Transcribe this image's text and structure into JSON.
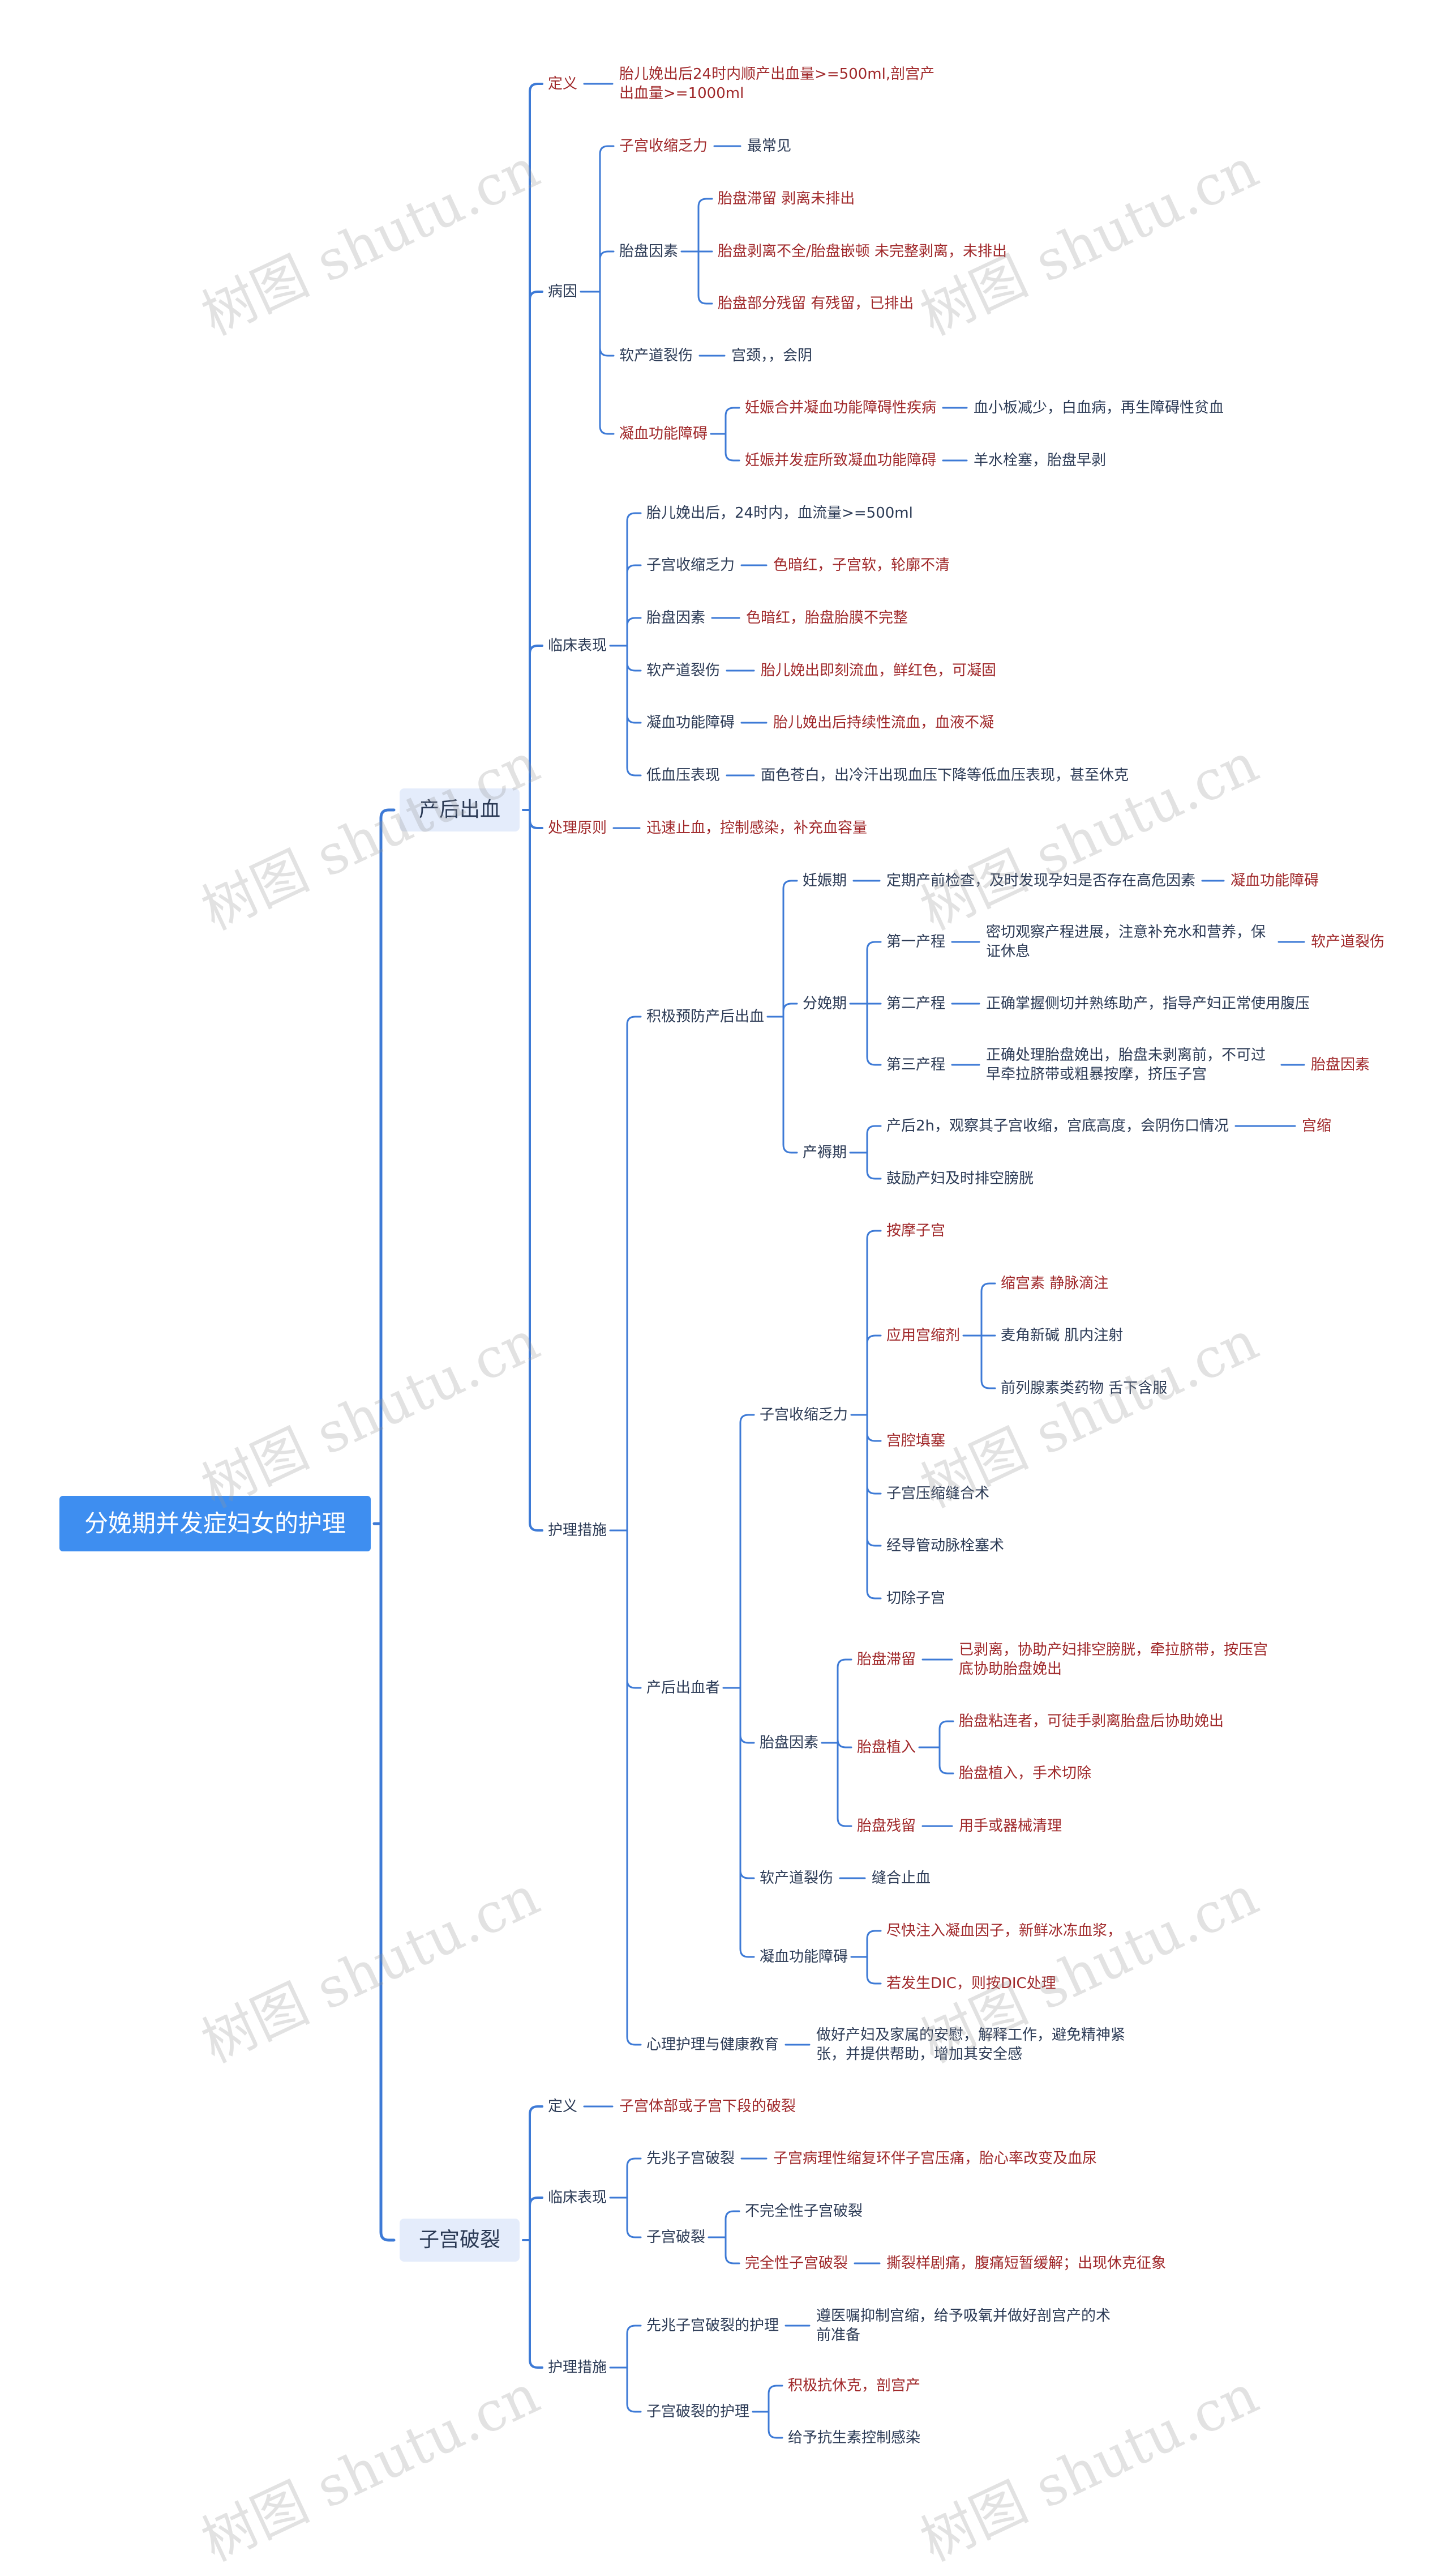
{
  "watermark": "树图 shutu.cn",
  "colors": {
    "line": "#3d7ad6",
    "root_bg": "#3e8ef0",
    "branch_bg": "#e4ecfb",
    "dark_text": "#2b3a55",
    "red_text": "#a0282a"
  },
  "tree": {
    "t": "分娩期并发症妇女的护理",
    "children": [
      {
        "t": "产后出血",
        "children": [
          {
            "t": "定义",
            "c": "red",
            "children": [
              {
                "t": "胎儿娩出后24时内顺产出血量>=500ml,剖宫产出血量>=1000ml",
                "c": "red"
              }
            ]
          },
          {
            "t": "病因",
            "children": [
              {
                "t": "子宫收缩乏力",
                "c": "red",
                "children": [
                  {
                    "t": "最常见"
                  }
                ]
              },
              {
                "t": "胎盘因素",
                "children": [
                  {
                    "t": "胎盘滞留 剥离未排出",
                    "c": "red"
                  },
                  {
                    "t": "胎盘剥离不全/胎盘嵌顿 未完整剥离，未排出",
                    "c": "red"
                  },
                  {
                    "t": "胎盘部分残留 有残留，已排出",
                    "c": "red"
                  }
                ]
              },
              {
                "t": "软产道裂伤",
                "children": [
                  {
                    "t": "宫颈，，会阴"
                  }
                ]
              },
              {
                "t": "凝血功能障碍",
                "c": "red",
                "children": [
                  {
                    "t": "妊娠合并凝血功能障碍性疾病",
                    "c": "red",
                    "children": [
                      {
                        "t": "血小板减少，白血病，再生障碍性贫血"
                      }
                    ]
                  },
                  {
                    "t": "妊娠并发症所致凝血功能障碍",
                    "c": "red",
                    "children": [
                      {
                        "t": "羊水栓塞，胎盘早剥"
                      }
                    ]
                  }
                ]
              }
            ]
          },
          {
            "t": "临床表现",
            "children": [
              {
                "t": "胎儿娩出后，24时内，血流量>=500ml"
              },
              {
                "t": "子宫收缩乏力",
                "children": [
                  {
                    "t": "色暗红，子宫软，轮廓不清",
                    "c": "red"
                  }
                ]
              },
              {
                "t": "胎盘因素",
                "children": [
                  {
                    "t": "色暗红，胎盘胎膜不完整",
                    "c": "red"
                  }
                ]
              },
              {
                "t": "软产道裂伤",
                "children": [
                  {
                    "t": "胎儿娩出即刻流血，鲜红色，可凝固",
                    "c": "red"
                  }
                ]
              },
              {
                "t": "凝血功能障碍",
                "children": [
                  {
                    "t": "胎儿娩出后持续性流血，血液不凝",
                    "c": "red"
                  }
                ]
              },
              {
                "t": "低血压表现",
                "children": [
                  {
                    "t": "面色苍白，出冷汗出现血压下降等低血压表现，甚至休克"
                  }
                ]
              }
            ]
          },
          {
            "t": "处理原则",
            "c": "red",
            "children": [
              {
                "t": "迅速止血，控制感染，补充血容量",
                "c": "red"
              }
            ]
          },
          {
            "t": "护理措施",
            "children": [
              {
                "t": "积极预防产后出血",
                "children": [
                  {
                    "t": "妊娠期",
                    "children": [
                      {
                        "t": "定期产前检查，及时发现孕妇是否存在高危因素",
                        "children": [
                          {
                            "t": "凝血功能障碍",
                            "c": "red"
                          }
                        ]
                      }
                    ]
                  },
                  {
                    "t": "分娩期",
                    "children": [
                      {
                        "t": "第一产程",
                        "children": [
                          {
                            "t": "密切观察产程进展，注意补充水和营养，保证休息",
                            "children": [
                              {
                                "t": "软产道裂伤",
                                "c": "red"
                              }
                            ]
                          }
                        ]
                      },
                      {
                        "t": "第二产程",
                        "children": [
                          {
                            "t": "正确掌握侧切并熟练助产，指导产妇正常使用腹压"
                          }
                        ]
                      },
                      {
                        "t": "第三产程",
                        "children": [
                          {
                            "t": "正确处理胎盘娩出，胎盘未剥离前，不可过早牵拉脐带或粗暴按摩，挤压子宫",
                            "children": [
                              {
                                "t": "胎盘因素",
                                "c": "red"
                              }
                            ]
                          }
                        ]
                      }
                    ]
                  },
                  {
                    "t": "产褥期",
                    "children": [
                      {
                        "t": "产后2h，观察其子宫收缩，宫底高度，会阴伤口情况",
                        "children": [
                          {
                            "t": "宫缩",
                            "c": "red"
                          }
                        ]
                      },
                      {
                        "t": "鼓励产妇及时排空膀胱"
                      }
                    ]
                  }
                ]
              },
              {
                "t": "产后出血者",
                "children": [
                  {
                    "t": "子宫收缩乏力",
                    "children": [
                      {
                        "t": "按摩子宫",
                        "c": "red"
                      },
                      {
                        "t": "应用宫缩剂",
                        "c": "red",
                        "children": [
                          {
                            "t": "缩宫素 静脉滴注",
                            "c": "red"
                          },
                          {
                            "t": "麦角新碱 肌内注射"
                          },
                          {
                            "t": "前列腺素类药物 舌下含服"
                          }
                        ]
                      },
                      {
                        "t": "宫腔填塞",
                        "c": "red"
                      },
                      {
                        "t": "子宫压缩缝合术"
                      },
                      {
                        "t": "经导管动脉栓塞术"
                      },
                      {
                        "t": "切除子宫"
                      }
                    ]
                  },
                  {
                    "t": "胎盘因素",
                    "children": [
                      {
                        "t": "胎盘滞留",
                        "c": "red",
                        "children": [
                          {
                            "t": "已剥离，协助产妇排空膀胱，牵拉脐带，按压宫底协助胎盘娩出",
                            "c": "red"
                          }
                        ]
                      },
                      {
                        "t": "胎盘植入",
                        "c": "red",
                        "children": [
                          {
                            "t": "胎盘粘连者，可徒手剥离胎盘后协助娩出",
                            "c": "red"
                          },
                          {
                            "t": "胎盘植入，手术切除",
                            "c": "red"
                          }
                        ]
                      },
                      {
                        "t": "胎盘残留",
                        "c": "red",
                        "children": [
                          {
                            "t": "用手或器械清理",
                            "c": "red"
                          }
                        ]
                      }
                    ]
                  },
                  {
                    "t": "软产道裂伤",
                    "children": [
                      {
                        "t": "缝合止血"
                      }
                    ]
                  },
                  {
                    "t": "凝血功能障碍",
                    "children": [
                      {
                        "t": "尽快注入凝血因子，新鲜冰冻血浆，",
                        "c": "red"
                      },
                      {
                        "t": "若发生DIC，则按DIC处理",
                        "c": "red"
                      }
                    ]
                  }
                ]
              },
              {
                "t": "心理护理与健康教育",
                "children": [
                  {
                    "t": "做好产妇及家属的安慰，解释工作，避免精神紧张，并提供帮助，增加其安全感"
                  }
                ]
              }
            ]
          }
        ]
      },
      {
        "t": "子宫破裂",
        "children": [
          {
            "t": "定义",
            "children": [
              {
                "t": "子宫体部或子宫下段的破裂",
                "c": "red"
              }
            ]
          },
          {
            "t": "临床表现",
            "children": [
              {
                "t": "先兆子宫破裂",
                "children": [
                  {
                    "t": "子宫病理性缩复环伴子宫压痛，胎心率改变及血尿",
                    "c": "red"
                  }
                ]
              },
              {
                "t": "子宫破裂",
                "children": [
                  {
                    "t": "不完全性子宫破裂"
                  },
                  {
                    "t": "完全性子宫破裂",
                    "c": "red",
                    "children": [
                      {
                        "t": "撕裂样剧痛，腹痛短暂缓解；出现休克征象",
                        "c": "red"
                      }
                    ]
                  }
                ]
              }
            ]
          },
          {
            "t": "护理措施",
            "children": [
              {
                "t": "先兆子宫破裂的护理",
                "children": [
                  {
                    "t": "遵医嘱抑制宫缩，给予吸氧并做好剖宫产的术前准备"
                  }
                ]
              },
              {
                "t": "子宫破裂的护理",
                "children": [
                  {
                    "t": "积极抗休克，剖宫产",
                    "c": "red"
                  },
                  {
                    "t": "给予抗生素控制感染"
                  }
                ]
              }
            ]
          }
        ]
      }
    ]
  }
}
